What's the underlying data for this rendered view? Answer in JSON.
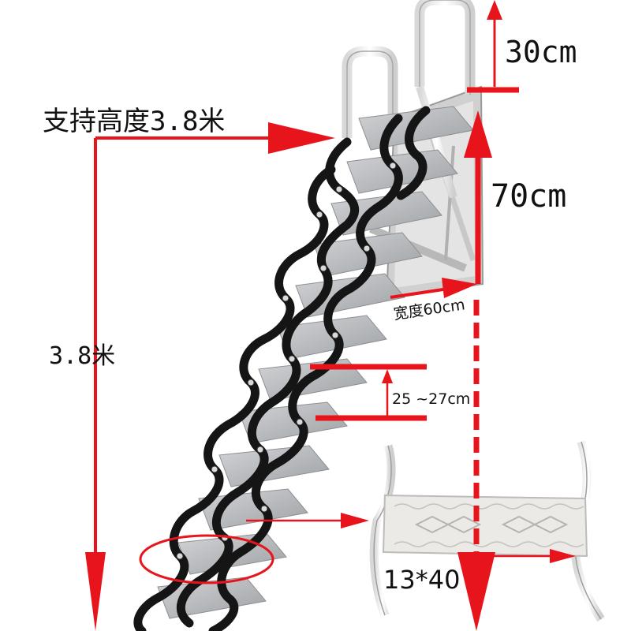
{
  "labels": {
    "support_height": "支持高度3.8米",
    "top_extension": "30cm",
    "handrail_height": "70cm",
    "total_height": "3.8米",
    "width": "宽度60cm",
    "step_spacing": "25 ~27cm",
    "tread_size": "13*40"
  },
  "colors": {
    "annotation_red": "#e8141c",
    "steel_black": "#151515",
    "tread_gray": "#b4b6b9",
    "rail_white": "#eeeeee"
  },
  "icons": [
    "ladder-photo",
    "tread-closeup",
    "annotation-arrows"
  ]
}
